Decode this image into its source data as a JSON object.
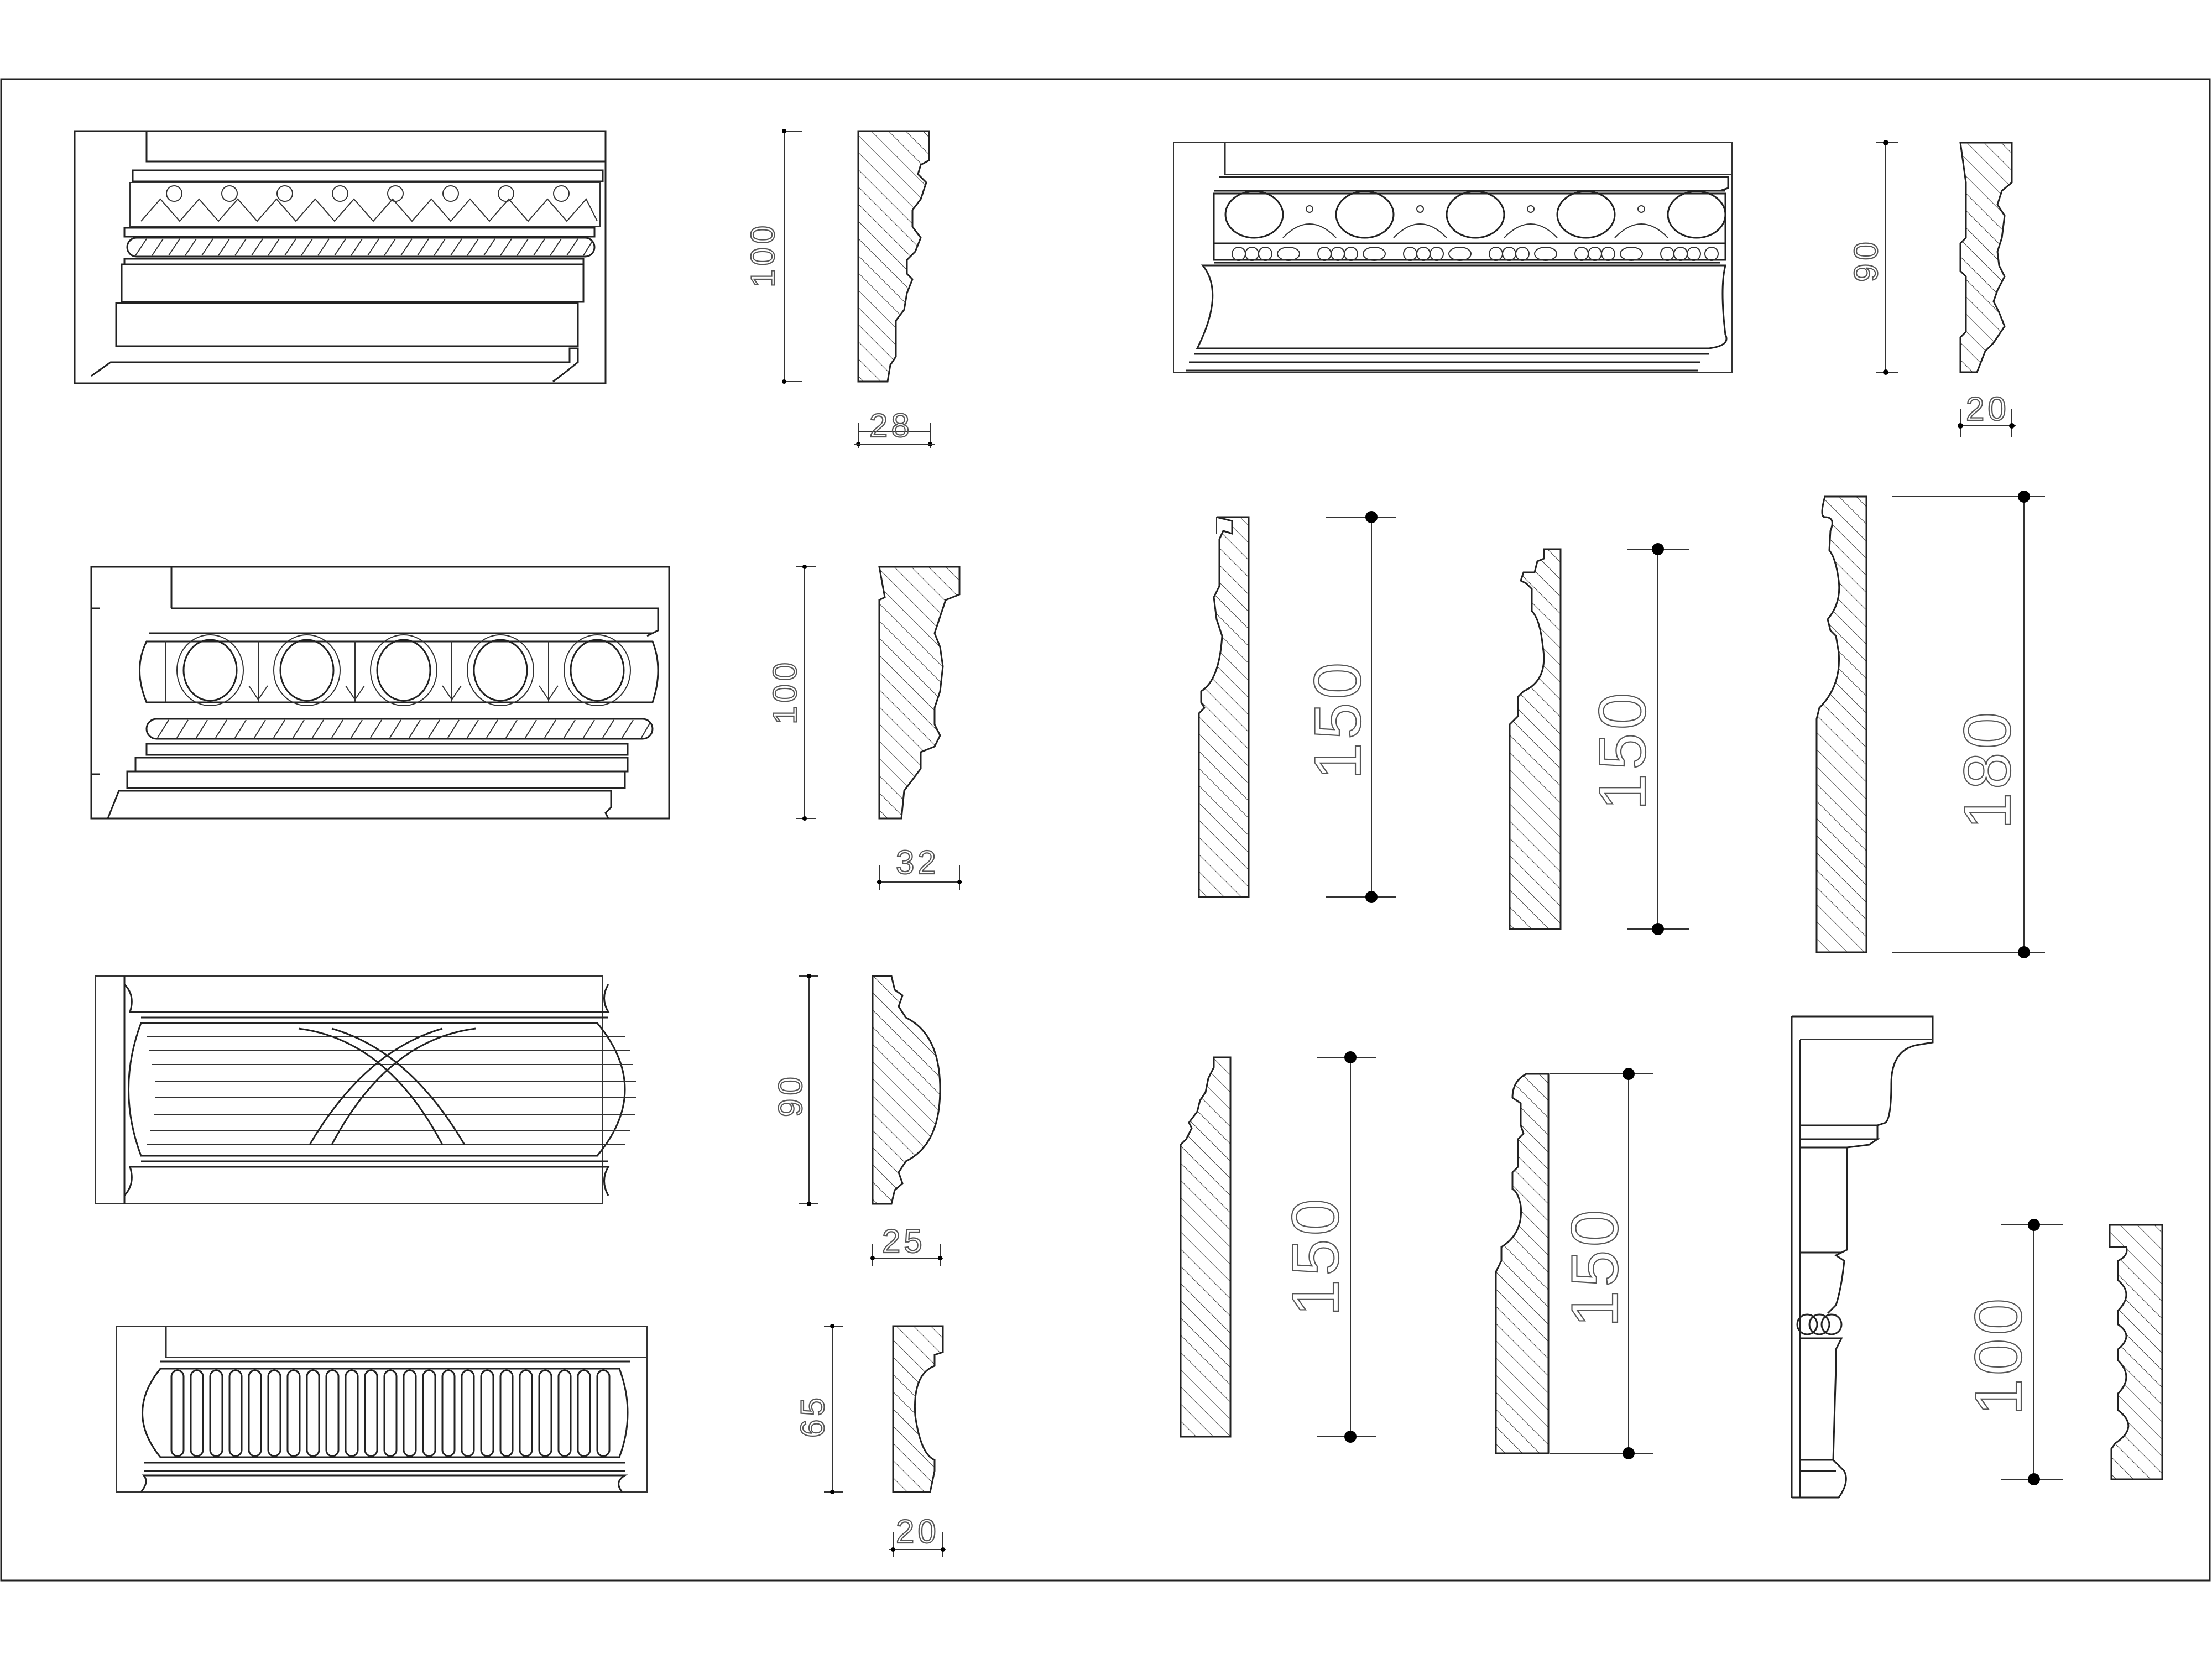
{
  "sheet": {
    "background": "#ffffff",
    "line_color": "#222222"
  },
  "dimensions": {
    "d_a_h": "100",
    "d_a_w": "28",
    "d_b_h": "100",
    "d_b_w": "32",
    "d_c_h": "90",
    "d_c_w": "25",
    "d_d_h": "65",
    "d_d_w": "20",
    "d_e_h": "90",
    "d_e_w": "20",
    "d_f_h": "150",
    "d_g_h": "150",
    "d_h_h": "180",
    "d_i_h": "150",
    "d_j_h": "150",
    "d_k_h": "100"
  }
}
